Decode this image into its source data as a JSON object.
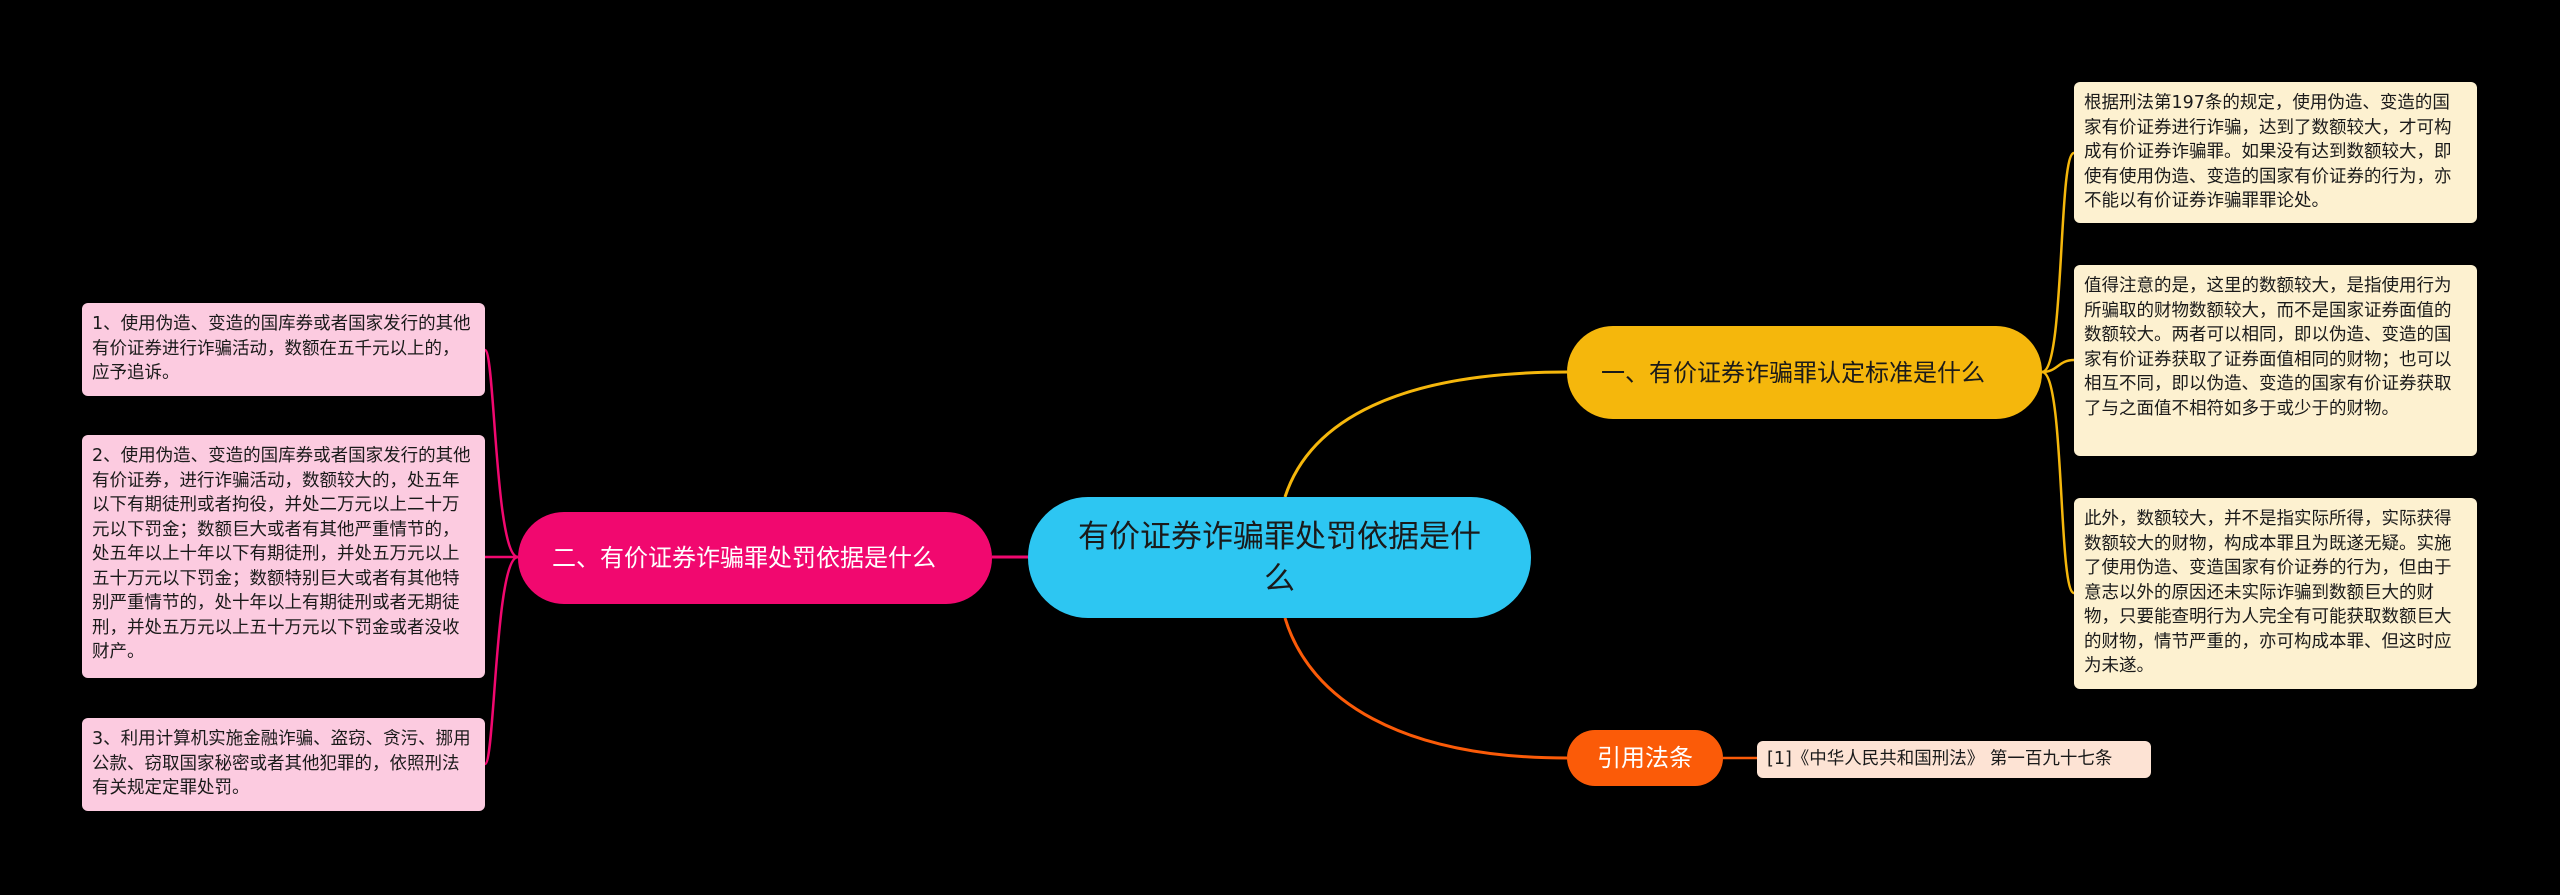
{
  "center": {
    "label": "有价证券诈骗罪处罚依据是什么"
  },
  "branches": {
    "left": {
      "label": "二、有价证券诈骗罪处罚依据是什么"
    },
    "right": {
      "label": "一、有价证券诈骗罪认定标准是什么"
    },
    "ref": {
      "label": "引用法条"
    }
  },
  "left_leaves": [
    {
      "text": "1、使用伪造、变造的国库券或者国家发行的其他有价证券进行诈骗活动，数额在五千元以上的，应予追诉。"
    },
    {
      "text": "2、使用伪造、变造的国库券或者国家发行的其他有价证券，进行诈骗活动，数额较大的，处五年以下有期徒刑或者拘役，并处二万元以上二十万元以下罚金；数额巨大或者有其他严重情节的，处五年以上十年以下有期徒刑，并处五万元以上五十万元以下罚金；数额特别巨大或者有其他特别严重情节的，处十年以上有期徒刑或者无期徒刑，并处五万元以上五十万元以下罚金或者没收财产。"
    },
    {
      "text": "3、利用计算机实施金融诈骗、盗窃、贪污、挪用公款、窃取国家秘密或者其他犯罪的，依照刑法有关规定定罪处罚。"
    }
  ],
  "right_leaves": [
    {
      "text": "根据刑法第197条的规定，使用伪造、变造的国家有价证券进行诈骗，达到了数额较大，才可构成有价证券诈骗罪。如果没有达到数额较大，即使有使用伪造、变造的国家有价证券的行为，亦不能以有价证券诈骗罪罪论处。"
    },
    {
      "text": "值得注意的是，这里的数额较大，是指使用行为所骗取的财物数额较大，而不是国家证券面值的数额较大。两者可以相同，即以伪造、变造的国家有价证券获取了证券面值相同的财物；也可以相互不同，即以伪造、变造的国家有价证券获取了与之面值不相符如多于或少于的财物。"
    },
    {
      "text": "此外，数额较大，并不是指实际所得，实际获得数额较大的财物，构成本罪且为既遂无疑。实施了使用伪造、变造国家有价证券的行为，但由于意志以外的原因还未实际诈骗到数额巨大的财物，只要能查明行为人完全有可能获取数额巨大的财物，情节严重的，亦可构成本罪、但这时应为未遂。"
    }
  ],
  "ref_leaves": [
    {
      "text": "[1]《中华人民共和国刑法》 第一百九十七条"
    }
  ],
  "colors": {
    "background": "#000000",
    "center": "#2dc6f2",
    "branch_left": "#f1086f",
    "branch_right": "#f5b70c",
    "branch_ref": "#fb5b08",
    "leaf_pink": "#fccbe0",
    "leaf_yellow": "#fdf1d0",
    "leaf_ref": "#fde3d4"
  }
}
